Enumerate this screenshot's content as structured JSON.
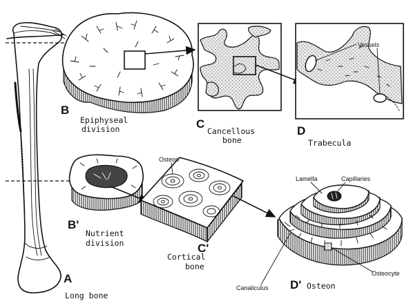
{
  "panels": {
    "A": {
      "letter": "A",
      "caption": "Long bone"
    },
    "B": {
      "letter": "B",
      "caption_line1": "Epiphyseal",
      "caption_line2": "division"
    },
    "C": {
      "letter": "C",
      "caption_line1": "Cancellous",
      "caption_line2": "bone"
    },
    "D": {
      "letter": "D",
      "caption": "Trabecula",
      "vessels_label": "Vessels"
    },
    "B_prime": {
      "letter": "B'",
      "caption_line1": "Nutrient",
      "caption_line2": "division"
    },
    "C_prime": {
      "letter": "C'",
      "caption_line1": "Cortical",
      "caption_line2": "bone",
      "osteon_label": "Osteon"
    },
    "D_prime": {
      "letter": "D'",
      "caption": "Osteon",
      "lamella_label": "Lamella",
      "capillaries_label": "Capillaries",
      "osteocyte_label": "Osteocyte",
      "canaliculus_label": "Canaliculus"
    }
  },
  "colors": {
    "ink": "#111111",
    "background": "#ffffff"
  }
}
